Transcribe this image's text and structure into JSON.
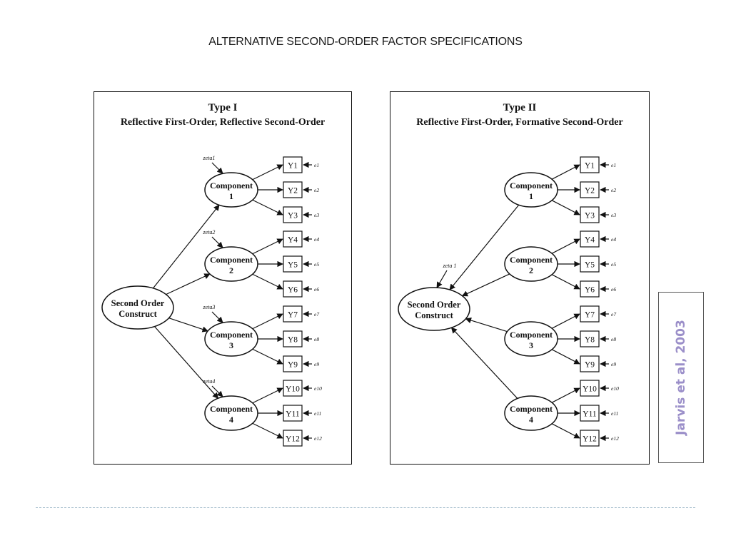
{
  "slide_title": "ALTERNATIVE SECOND-ORDER FACTOR SPECIFICATIONS",
  "panels": [
    {
      "heading": "Type I",
      "subheading": "Reflective First-Order, Reflective Second-Order",
      "second_order_label": [
        "Second Order",
        "Construct"
      ],
      "second_order_disturbance": "",
      "component_disturbances": [
        "zeta1",
        "zeta2",
        "zeta3",
        "zeta4"
      ],
      "structural_direction": "second-order-to-components"
    },
    {
      "heading": "Type II",
      "subheading": "Reflective First-Order, Formative Second-Order",
      "second_order_label": [
        "Second Order",
        "Construct"
      ],
      "second_order_disturbance": "zeta 1",
      "component_disturbances": [
        "",
        "",
        "",
        ""
      ],
      "structural_direction": "components-to-second-order"
    }
  ],
  "components": [
    {
      "line1": "Component",
      "line2": "1"
    },
    {
      "line1": "Component",
      "line2": "2"
    },
    {
      "line1": "Component",
      "line2": "3"
    },
    {
      "line1": "Component",
      "line2": "4"
    }
  ],
  "indicators": [
    "Y1",
    "Y2",
    "Y3",
    "Y4",
    "Y5",
    "Y6",
    "Y7",
    "Y8",
    "Y9",
    "Y10",
    "Y11",
    "Y12"
  ],
  "errors": [
    "e1",
    "e2",
    "e3",
    "e4",
    "e5",
    "e6",
    "e7",
    "e8",
    "e9",
    "e10",
    "e11",
    "e12"
  ],
  "citation": "Jarvis et al, 2003"
}
